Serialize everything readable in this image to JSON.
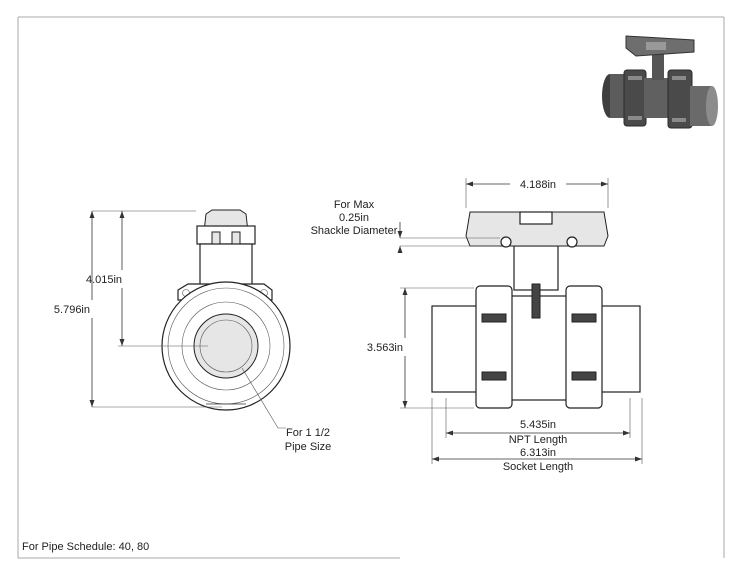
{
  "dimensions": {
    "handle_width": "4.188in",
    "center_height": "4.015in",
    "overall_height": "5.796in",
    "body_height": "3.563in",
    "npt_value": "5.435in",
    "npt_label": "NPT Length",
    "socket_value": "6.313in",
    "socket_label": "Socket Length"
  },
  "notes": {
    "shackle_line1": "For Max",
    "shackle_line2": "0.25in",
    "shackle_line3": "Shackle Diameter",
    "pipe_line1": "For 1 1/2",
    "pipe_line2": "Pipe Size",
    "schedule": "For Pipe Schedule: 40, 80"
  },
  "colors": {
    "line": "#333333",
    "border": "#999999",
    "product_body": "#5a5a5a",
    "product_handle": "#6e6e6e"
  }
}
